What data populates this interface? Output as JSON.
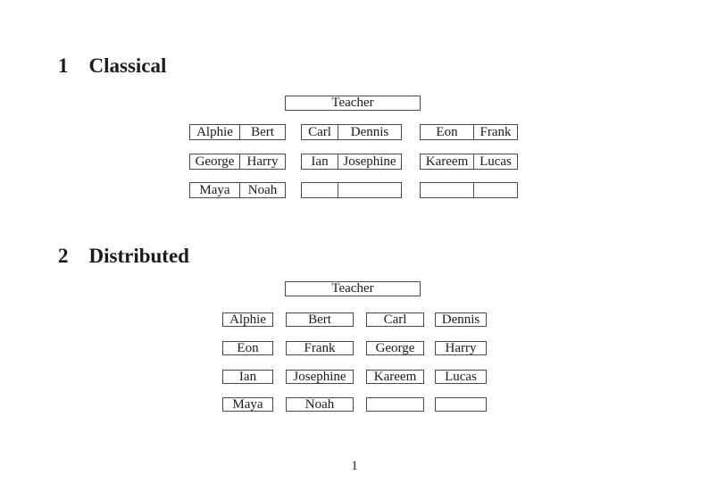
{
  "page": {
    "number": "1"
  },
  "colors": {
    "text": "#1b1b1b",
    "border": "#4a4a4a",
    "background": "#ffffff"
  },
  "classical": {
    "heading_number": "1",
    "heading_title": "Classical",
    "teacher_label": "Teacher",
    "desks": [
      {
        "left": "Alphie",
        "right": "Bert"
      },
      {
        "left": "Carl",
        "right": "Dennis"
      },
      {
        "left": "Eon",
        "right": "Frank"
      },
      {
        "left": "George",
        "right": "Harry"
      },
      {
        "left": "Ian",
        "right": "Josephine"
      },
      {
        "left": "Kareem",
        "right": "Lucas"
      },
      {
        "left": "Maya",
        "right": "Noah"
      },
      {
        "left": "",
        "right": ""
      },
      {
        "left": "",
        "right": ""
      }
    ]
  },
  "distributed": {
    "heading_number": "2",
    "heading_title": "Distributed",
    "teacher_label": "Teacher",
    "seats": [
      "Alphie",
      "Bert",
      "Carl",
      "Dennis",
      "Eon",
      "Frank",
      "George",
      "Harry",
      "Ian",
      "Josephine",
      "Kareem",
      "Lucas",
      "Maya",
      "Noah",
      "",
      ""
    ]
  }
}
